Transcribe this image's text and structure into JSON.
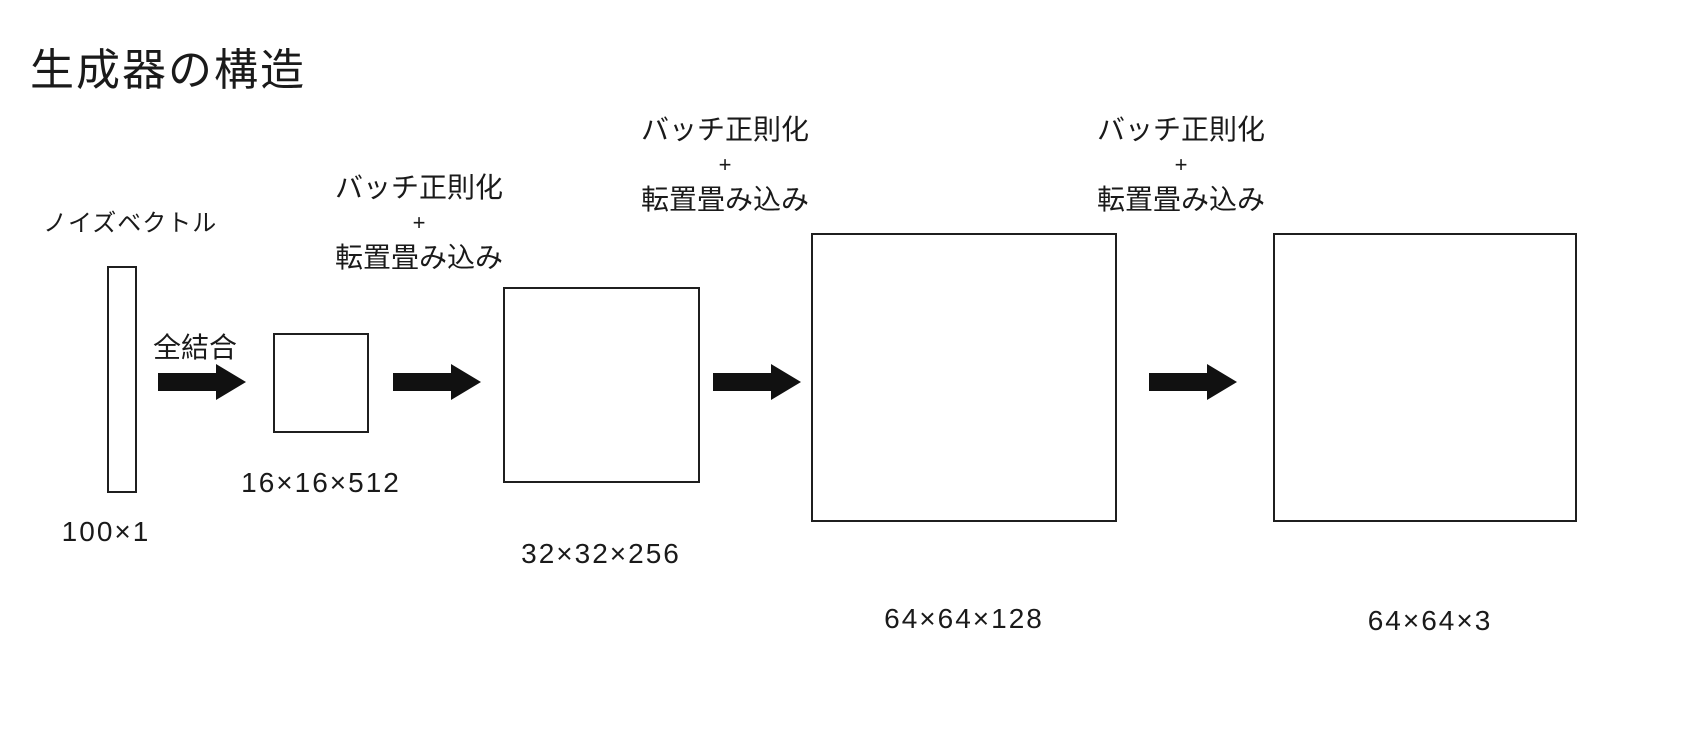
{
  "title": "生成器の構造",
  "colors": {
    "ink": "#1a1a1a",
    "line": "#1f1f1f",
    "background": "#ffffff"
  },
  "noise": {
    "label": "ノイズベクトル",
    "dim": "100×1"
  },
  "operations": {
    "fully_connected": "全結合",
    "batch_norm": "バッチ正則化",
    "plus": "+",
    "transposed_conv": "転置畳み込み"
  },
  "layers": [
    {
      "dim": "16×16×512"
    },
    {
      "dim": "32×32×256"
    },
    {
      "dim": "64×64×128"
    },
    {
      "dim": "64×64×3"
    }
  ]
}
